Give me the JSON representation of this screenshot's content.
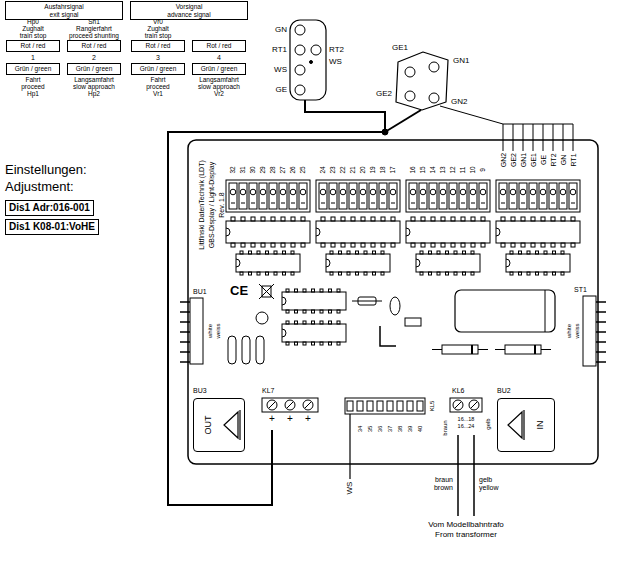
{
  "diagram": {
    "nodes": [
      {
        "text": [
          "Ausfahrsignal",
          "exit signal"
        ]
      },
      {
        "text": [
          "Vorsignal",
          "advance signal"
        ]
      },
      {
        "text": [
          "Rot / red"
        ]
      },
      {
        "text": [
          "Rot / red"
        ]
      },
      {
        "text": [
          "Rot / red"
        ]
      },
      {
        "text": [
          "Rot / red"
        ]
      },
      {
        "text": [
          "Grün / green"
        ]
      },
      {
        "text": [
          "Grün / green"
        ]
      },
      {
        "text": [
          "Grün / green"
        ]
      },
      {
        "text": [
          "Grün / green"
        ]
      },
      {
        "text": [
          "Dis1 Adr:016-001"
        ]
      },
      {
        "text": [
          "Dis1 K08-01:VoHE"
        ]
      },
      {
        "text": [
          "OUT"
        ]
      },
      {
        "text": [
          "IN"
        ]
      }
    ],
    "labels": [
      "Hp0",
      "Zughalt",
      "train stop",
      "Sh1",
      "Rangierfahrt",
      "proceed shunting",
      "Vr0",
      "Zughalt",
      "train stop",
      "1",
      "2",
      "3",
      "4",
      "Fahrt",
      "proceed",
      "Hp1",
      "Langsamfahrt",
      "slow approach",
      "Hp2",
      "Fahrt",
      "proceed",
      "Vr1",
      "Langsamfahrt",
      "slow approach",
      "Vr2",
      "GN",
      "RT1",
      "RT2",
      "WS",
      "WS",
      "GE",
      "GE1",
      "GN1",
      "GE2",
      "GN2",
      "Einstellungen:",
      "Adjustment:",
      "Rev. 1.8",
      "GBS-Display / Light-Display",
      "Littfinski DatenTechnik (LDT)",
      "32",
      "31",
      "30",
      "29",
      "28",
      "27",
      "26",
      "25",
      "24",
      "23",
      "22",
      "21",
      "20",
      "19",
      "18",
      "17",
      "16",
      "15",
      "14",
      "13",
      "12",
      "11",
      "10",
      "9",
      "GN2",
      "GE2",
      "GN1",
      "GE1",
      "GE",
      "RT2",
      "GN",
      "RT1",
      "BU1",
      "white",
      "weiss",
      "CE",
      "ST1",
      "white",
      "weiss",
      "BU3",
      "KL7",
      "+",
      "+",
      "+",
      "KL5",
      "34",
      "35",
      "36",
      "37",
      "38",
      "39",
      "40",
      "WS",
      "KL6",
      "braun",
      "gelb",
      "16...18",
      "16...24",
      "BU2",
      "braun",
      "brown",
      "gelb",
      "yellow",
      "Vom Modellbahntrafo",
      "From transformer"
    ]
  }
}
